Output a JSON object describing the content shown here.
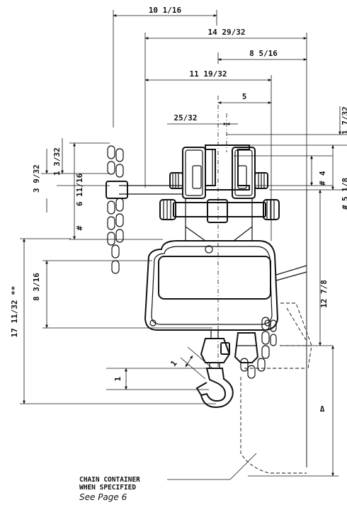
{
  "dimensions": {
    "top_width": "10 1/16",
    "overall_width": "14 29/32",
    "right_offset": "8 5/16",
    "mid_width": "11 19/32",
    "center_offset": "5",
    "beam_flange": "25/32",
    "right_top": "1 7/32",
    "left_3_9_32": "3 9/32",
    "left_1_3_32": "1 3/32",
    "left_6_11_16": "6 11/16",
    "left_6_11_16_mark": "#",
    "right_4": "4",
    "right_4_mark": "#",
    "right_5_1_8": "5 1/8",
    "right_5_1_8_mark": "#",
    "left_8_3_16": "8 3/16",
    "overall_height": "17 11/32 **",
    "right_12_7_8": "12 7/8",
    "hook_1": "1",
    "hook_diag_1": "1",
    "delta_symbol": "Δ"
  },
  "notes": {
    "container_line1": "CHAIN CONTAINER",
    "container_line2": "WHEN SPECIFIED",
    "see_page": "See Page 6"
  }
}
